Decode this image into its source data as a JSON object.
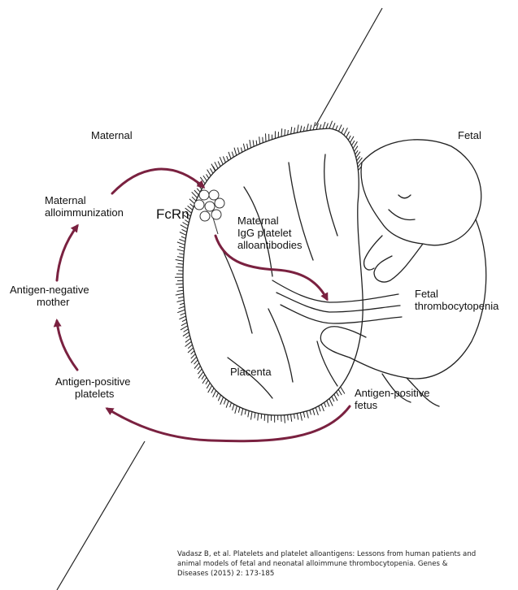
{
  "colors": {
    "arrow": "#7a2140",
    "ink": "#222222"
  },
  "labels": {
    "maternal": "Maternal",
    "fetal": "Fetal",
    "maternal_alloimmunization": [
      "Maternal",
      "alloimmunization"
    ],
    "fcrn": "FcRn",
    "maternal_igg": [
      "Maternal",
      "IgG platelet",
      "alloantibodies"
    ],
    "antigen_negative_mother": [
      "Antigen-negative",
      "mother"
    ],
    "fetal_thrombocytopenia": [
      "Fetal",
      "thrombocytopenia"
    ],
    "placenta": "Placenta",
    "antigen_positive_platelets": [
      "Antigen-positive",
      "platelets"
    ],
    "antigen_positive_fetus": [
      "Antigen-positive",
      "fetus"
    ]
  },
  "citation": [
    "Vadasz B, et al. Platelets and platelet alloantigens: Lessons from human patients and",
    "animal models of fetal and neonatal alloimmune thrombocytopenia. Genes &",
    "Diseases (2015) 2: 173-185"
  ]
}
